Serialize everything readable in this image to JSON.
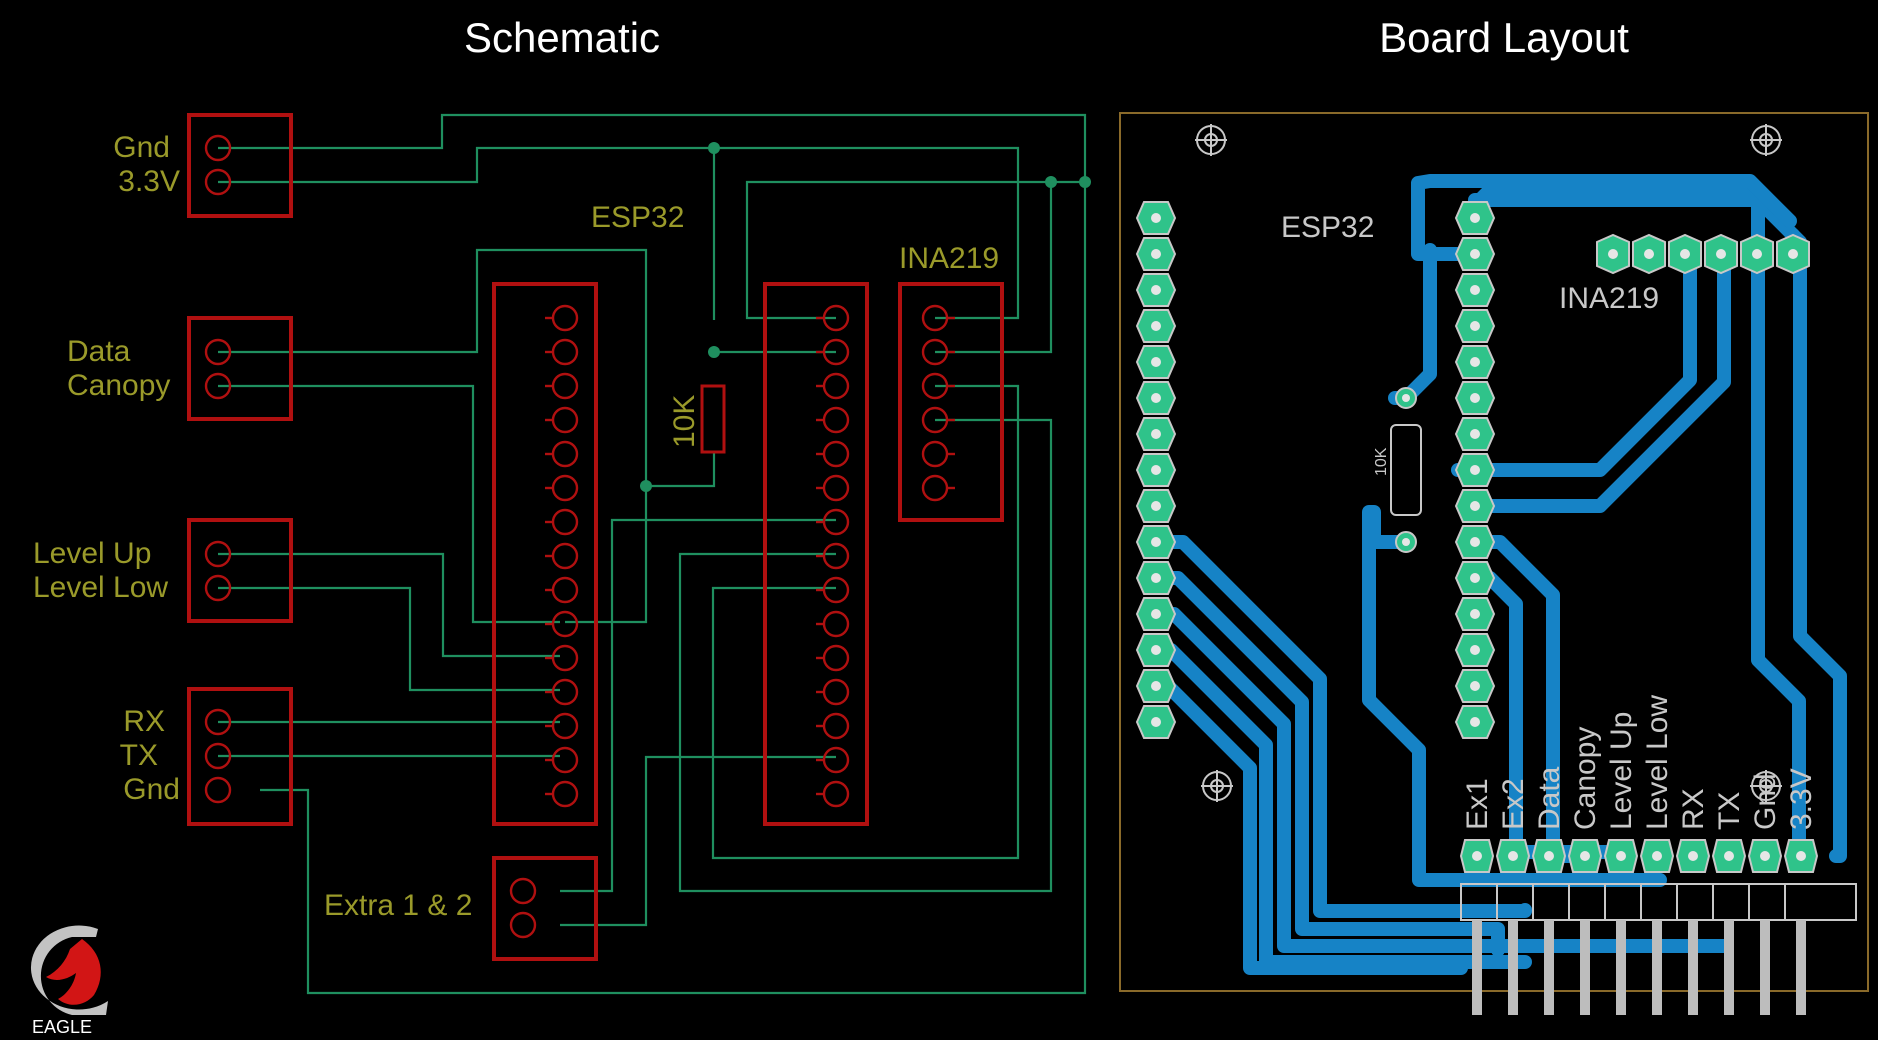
{
  "titles": {
    "schematic": "Schematic",
    "board": "Board Layout"
  },
  "schematic": {
    "connectors": [
      {
        "name": "power",
        "lines": [
          "Gnd",
          "3.3V"
        ]
      },
      {
        "name": "data-canopy",
        "lines": [
          "Data",
          "Canopy"
        ]
      },
      {
        "name": "level",
        "lines": [
          "Level Up",
          "Level Low"
        ]
      },
      {
        "name": "serial",
        "lines": [
          "RX",
          "TX",
          "Gnd"
        ]
      }
    ],
    "esp32_label": "ESP32",
    "ina219_label": "INA219",
    "resistor_label": "10K",
    "extra_label": "Extra 1 & 2"
  },
  "board": {
    "esp32_label": "ESP32",
    "ina219_label": "INA219",
    "resistor_label": "10K",
    "header_labels": [
      "Ex1",
      "Ex2",
      "Data",
      "Canopy",
      "Level Up",
      "Level Low",
      "RX",
      "TX",
      "Gnd",
      "3.3V"
    ]
  },
  "logo": {
    "text": "EAGLE"
  },
  "colors": {
    "background": "#000000",
    "schematic_wire": "#1f8f5f",
    "part_outline": "#b01010",
    "schematic_text": "#9a9a2a",
    "copper_trace": "#1683c6",
    "pad": "#2fc38a",
    "silkscreen": "#c8c8c8"
  }
}
